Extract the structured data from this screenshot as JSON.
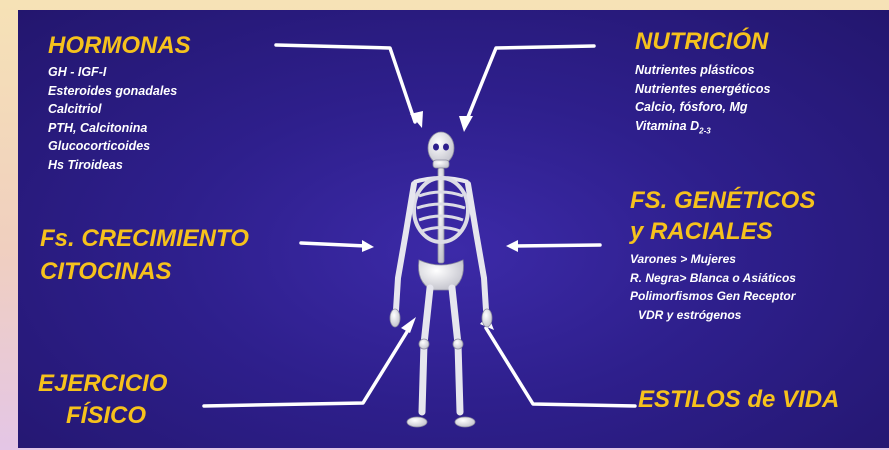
{
  "hormonas": {
    "title": "HORMONAS",
    "items": [
      "GH - IGF-I",
      "Esteroides gonadales",
      "Calcitriol",
      "PTH, Calcitonina",
      "Glucocorticoides",
      "Hs Tiroideas"
    ]
  },
  "nutricion": {
    "title": "NUTRICIÓN",
    "items": [
      "Nutrientes plásticos",
      "Nutrientes energéticos",
      "Calcio, fósforo, Mg"
    ],
    "vitamin_label": "Vitamina D",
    "vitamin_sub": "2-3"
  },
  "crecimiento": {
    "line1": "Fs. CRECIMIENTO",
    "line2": "CITOCINAS"
  },
  "geneticos": {
    "line1": "FS. GENÉTICOS",
    "line2": "y RACIALES",
    "items": [
      "Varones > Mujeres",
      "R. Negra> Blanca o Asiáticos",
      "Polimorfismos Gen Receptor",
      "VDR y  estrógenos"
    ]
  },
  "ejercicio": {
    "line1": "EJERCICIO",
    "line2": "FÍSICO"
  },
  "estilos": {
    "title": "ESTILOS de VIDA"
  },
  "colors": {
    "heading": "#f6c21c",
    "body_text": "#ffffff",
    "background": "#2e1f8c",
    "outer_frame": "#f6e2b6"
  },
  "icons": [
    "skeleton-icon",
    "arrow-icon"
  ]
}
